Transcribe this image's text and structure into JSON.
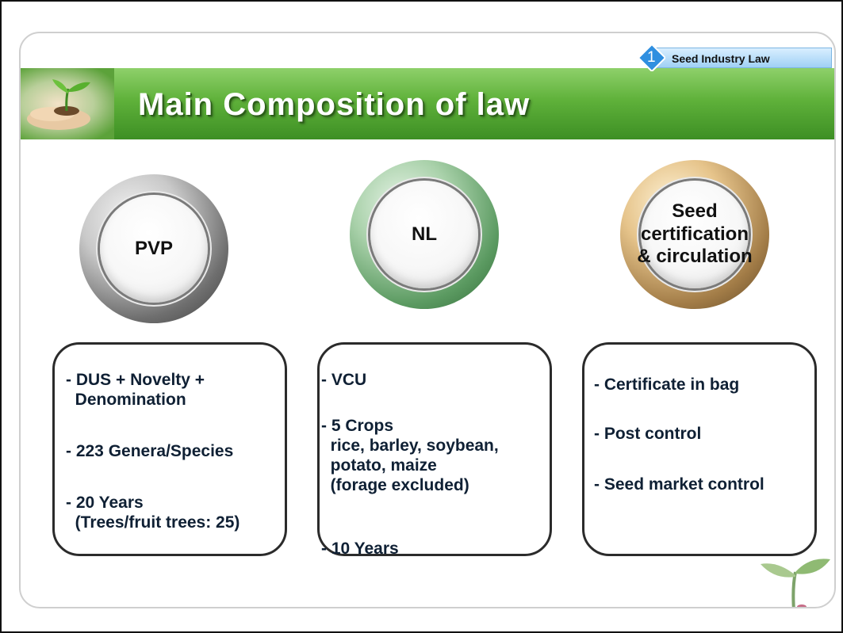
{
  "header": {
    "section_number": "1",
    "section_label": "Seed Industry Law",
    "title": "Main Composition of law"
  },
  "circles": [
    {
      "label_lines": [
        "PVP"
      ],
      "color": "gray"
    },
    {
      "label_lines": [
        "NL"
      ],
      "color": "green"
    },
    {
      "label_lines": [
        "Seed",
        "certification",
        "& circulation"
      ],
      "color": "gold"
    }
  ],
  "boxes": [
    {
      "items": [
        [
          "- DUS + Novelty +",
          "  Denomination"
        ],
        [
          "- 223 Genera/Species"
        ],
        [
          "- 20 Years",
          "  (Trees/fruit trees: 25)"
        ]
      ]
    },
    {
      "items": [
        [
          "- VCU"
        ],
        [
          "- 5 Crops",
          "  rice, barley, soybean,",
          "  potato, maize",
          "  (forage excluded)"
        ],
        [
          "- 10 Years"
        ]
      ]
    },
    {
      "items": [
        [
          "- Certificate in bag"
        ],
        [
          "- Post control"
        ],
        [
          "- Seed market control"
        ]
      ]
    }
  ],
  "icons": {
    "banner_photo": "hands-holding-seedling-icon",
    "section_badge": "diamond-number-icon",
    "decoration": "sprout-icon"
  },
  "colors": {
    "banner_green": "#5fb13a",
    "tag_blue": "#9fd0f5",
    "diamond_blue": "#2f8fe0"
  }
}
